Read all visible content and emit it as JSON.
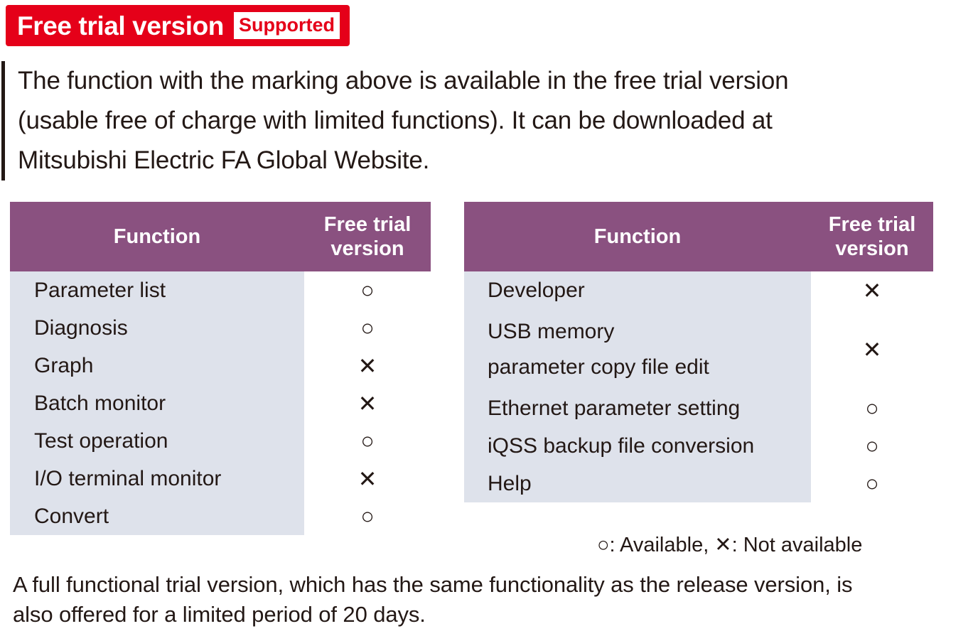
{
  "badge": {
    "title": "Free trial version",
    "chip": "Supported",
    "background_color": "#E50019",
    "chip_text_color": "#E50019"
  },
  "intro": {
    "text": "The function with the marking above is available in the free trial version\n(usable free of charge with limited functions). It can be downloaded at\nMitsubishi Electric FA Global Website."
  },
  "tables": {
    "header_color": "#8A5180",
    "row_color": "#DEE2EB",
    "left": {
      "columns": [
        "Function",
        "Free trial\nversion"
      ],
      "column_function": "Function",
      "column_version_line1": "Free trial",
      "column_version_line2": "version",
      "rows": [
        {
          "function": "Parameter list",
          "version": "○"
        },
        {
          "function": "Diagnosis",
          "version": "○"
        },
        {
          "function": "Graph",
          "version": "✕"
        },
        {
          "function": "Batch monitor",
          "version": "✕"
        },
        {
          "function": "Test operation",
          "version": "○"
        },
        {
          "function": "I/O terminal monitor",
          "version": "✕"
        },
        {
          "function": "Convert",
          "version": "○"
        }
      ]
    },
    "right": {
      "columns": [
        "Function",
        "Free trial\nversion"
      ],
      "column_function": "Function",
      "column_version_line1": "Free trial",
      "column_version_line2": "version",
      "rows": [
        {
          "function": "Developer",
          "version": "✕"
        },
        {
          "function_line1": "USB memory",
          "function_line2": "parameter copy file edit",
          "version": "✕"
        },
        {
          "function": "Ethernet parameter setting",
          "version": "○"
        },
        {
          "function": "iQSS backup file conversion",
          "version": "○"
        },
        {
          "function": "Help",
          "version": "○"
        }
      ]
    }
  },
  "legend": {
    "text": "○: Available,  ✕: Not available"
  },
  "footnote": {
    "text": "A full functional trial version, which has the same functionality as the release version, is\nalso offered for a limited period of 20 days."
  }
}
